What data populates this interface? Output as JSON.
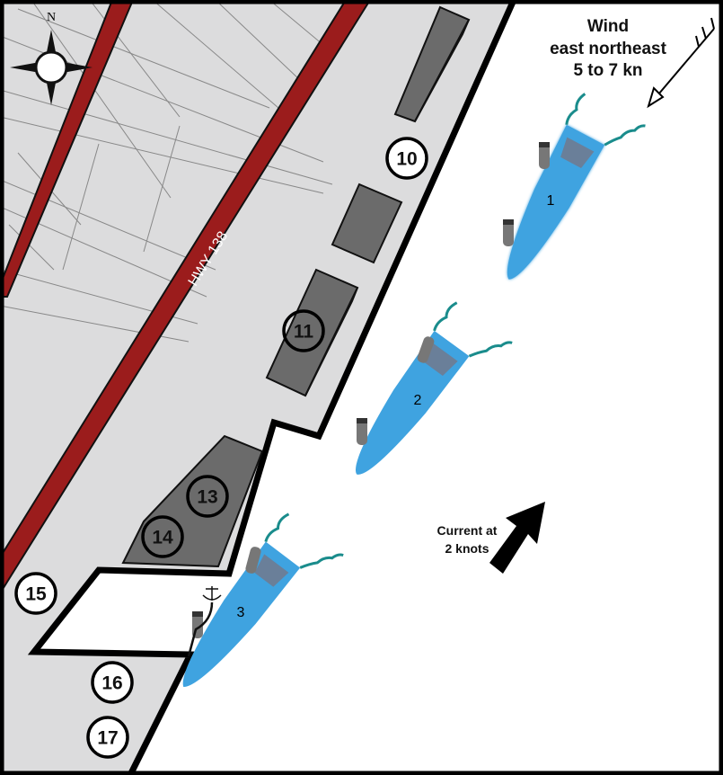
{
  "compass": {
    "north_label": "N"
  },
  "wind": {
    "line1": "Wind",
    "line2": "east northeast",
    "line3": "5 to 7 kn"
  },
  "current": {
    "line1": "Current at",
    "line2": "2 knots"
  },
  "highway": {
    "label": "HWY 138"
  },
  "locations": [
    "10",
    "11",
    "13",
    "14",
    "15",
    "16",
    "17"
  ],
  "boats": [
    "1",
    "2",
    "3"
  ],
  "colors": {
    "land": "#dcdcdd",
    "road": "#9b1c1c",
    "building": "#6b6b6b",
    "boat": "#3fa3e0",
    "water": "#ffffff"
  }
}
